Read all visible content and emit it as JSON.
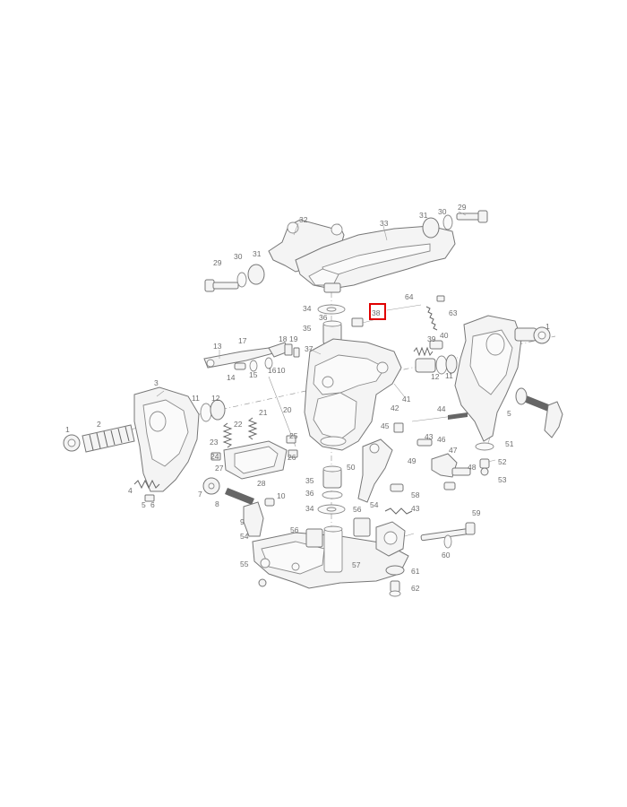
{
  "highlight": {
    "label": "38",
    "color": "#e00000"
  },
  "callouts": [
    "29",
    "30",
    "31",
    "32",
    "33",
    "29",
    "30",
    "31",
    "34",
    "35",
    "36",
    "37",
    "38",
    "64",
    "63",
    "1",
    "39",
    "40",
    "41",
    "12",
    "11",
    "13",
    "17",
    "18",
    "19",
    "14",
    "15",
    "16",
    "10",
    "3",
    "11",
    "12",
    "22",
    "21",
    "20",
    "1",
    "2",
    "23",
    "24",
    "25",
    "26",
    "27",
    "28",
    "4",
    "5",
    "6",
    "7",
    "8",
    "9",
    "10",
    "42",
    "44",
    "45",
    "43",
    "46",
    "47",
    "48",
    "49",
    "50",
    "51",
    "52",
    "53",
    "34",
    "35",
    "36",
    "54",
    "56",
    "57",
    "58",
    "43",
    "59",
    "60",
    "61",
    "62",
    "55",
    "54",
    "56",
    "5"
  ]
}
